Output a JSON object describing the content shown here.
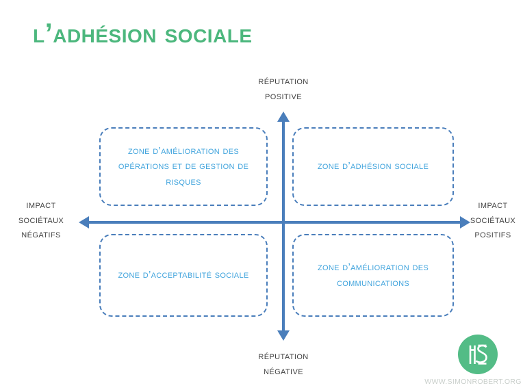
{
  "slide": {
    "title": "L’adhésion sociale",
    "background_color": "#ffffff"
  },
  "colors": {
    "title_green": "#4CB77D",
    "axis_blue": "#4A7EBB",
    "zone_text_blue": "#41A4DD",
    "axis_label_gray": "#3F3F3F",
    "url_gray": "#C9CFCB",
    "logo_green": "#4CB77D"
  },
  "axes": {
    "vertical": {
      "top_label": "Réputation\npositive",
      "top_label_line1": "Réputation",
      "top_label_line2": "positive",
      "bottom_label_line1": "Réputation",
      "bottom_label_line2": "négative"
    },
    "horizontal": {
      "left_label_line1": "Impact",
      "left_label_line2": "sociétaux",
      "left_label_line3": "négatifs",
      "right_label_line1": "Impact",
      "right_label_line2": "sociétaux",
      "right_label_line3": "positifs"
    }
  },
  "zones": {
    "top_left": "Zone d’amélioration des opérations et de gestion de risques",
    "top_right": "Zone d’adhésion sociale",
    "bottom_left": "Zone d’acceptabilité sociale",
    "bottom_right": "Zone d’amélioration des communications"
  },
  "footer": {
    "url": "WWW.SIMONROBERT.ORG",
    "logo_icon": "simon-robert-monogram-icon"
  }
}
